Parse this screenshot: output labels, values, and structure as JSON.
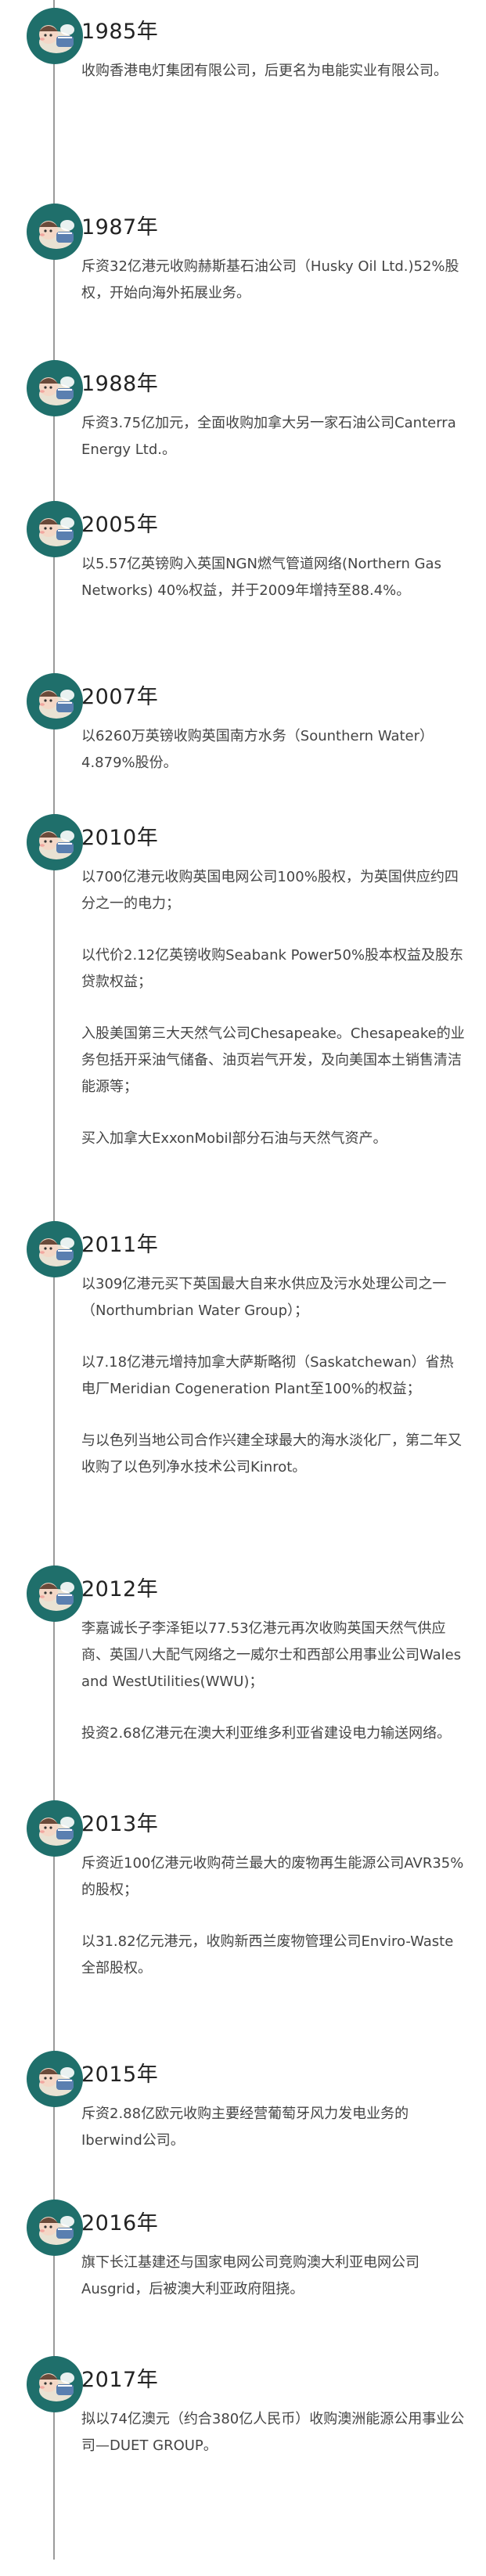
{
  "timeline": [
    {
      "year": "1985年",
      "events": [
        "收购香港电灯集团有限公司，后更名为电能实业有限公司。"
      ]
    },
    {
      "year": "1987年",
      "events": [
        "斥资32亿港元收购赫斯基石油公司（Husky Oil Ltd.)52%股权，开始向海外拓展业务。"
      ]
    },
    {
      "year": "1988年",
      "events": [
        "斥资3.75亿加元，全面收购加拿大另一家石油公司Canterra Energy Ltd.。"
      ]
    },
    {
      "year": "2005年",
      "events": [
        "以5.57亿英镑购入英国NGN燃气管道网络(Northern Gas Networks) 40%权益，并于2009年增持至88.4%。"
      ]
    },
    {
      "year": "2007年",
      "events": [
        "以6260万英镑收购英国南方水务（Sounthern Water）4.879%股份。"
      ]
    },
    {
      "year": "2010年",
      "events": [
        "以700亿港元收购英国电网公司100%股权，为英国供应约四分之一的电力；",
        "以代价2.12亿英镑收购Seabank Power50%股本权益及股东贷款权益；",
        "入股美国第三大天然气公司Chesapeake。Chesapeake的业务包括开采油气储备、油页岩气开发，及向美国本土销售清洁能源等；",
        "买入加拿大ExxonMobil部分石油与天然气资产。"
      ]
    },
    {
      "year": "2011年",
      "events": [
        "以309亿港元买下英国最大自来水供应及污水处理公司之一（Northumbrian Water Group）；",
        "以7.18亿港元增持加拿大萨斯略彻（Saskatchewan）省热电厂Meridian Cogeneration Plant至100%的权益；",
        "与以色列当地公司合作兴建全球最大的海水淡化厂，第二年又收购了以色列净水技术公司Kinrot。"
      ]
    },
    {
      "year": "2012年",
      "events": [
        "李嘉诚长子李泽钜以77.53亿港元再次收购英国天然气供应商、英国八大配气网络之一威尔士和西部公用事业公司Wales and WestUtilities(WWU)；",
        "投资2.68亿港元在澳大利亚维多利亚省建设电力输送网络。"
      ]
    },
    {
      "year": "2013年",
      "events": [
        "斥资近100亿港元收购荷兰最大的废物再生能源公司AVR35%的股权；",
        "以31.82亿元港元，收购新西兰废物管理公司Enviro-Waste全部股权。"
      ]
    },
    {
      "year": "2015年",
      "events": [
        "斥资2.88亿欧元收购主要经营葡萄牙风力发电业务的Iberwind公司。"
      ]
    },
    {
      "year": "2016年",
      "events": [
        "旗下长江基建还与国家电网公司竞购澳大利亚电网公司Ausgrid，后被澳大利亚政府阻挠。"
      ]
    },
    {
      "year": "2017年",
      "events": [
        "拟以74亿澳元（约合380亿人民币）收购澳洲能源公用事业公司—DUET GROUP。"
      ]
    }
  ]
}
